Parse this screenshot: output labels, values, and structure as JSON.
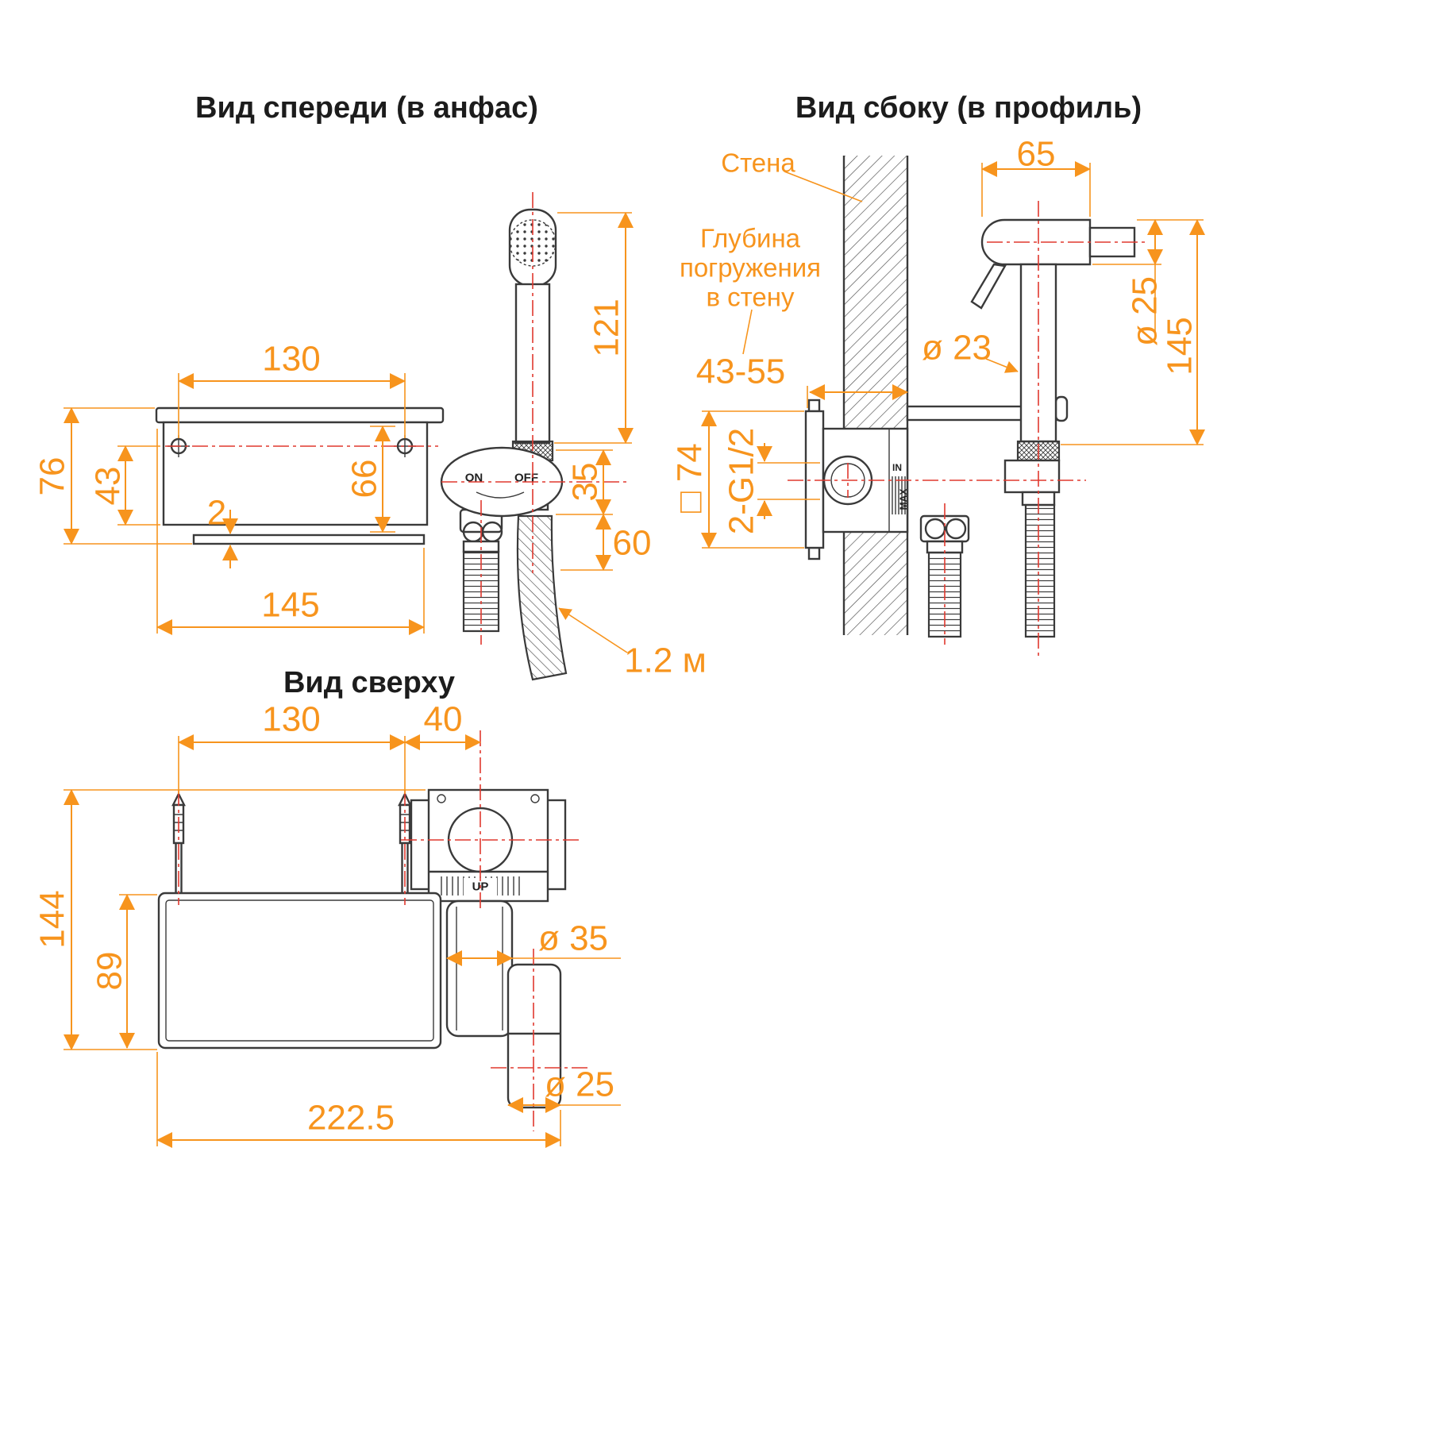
{
  "colors": {
    "accent": "#f7941d",
    "outline": "#3a3a3a",
    "centerline": "#e0392f"
  },
  "front": {
    "title": "Вид спереди (в анфас)",
    "dim_130": "130",
    "dim_121": "121",
    "dim_76": "76",
    "dim_43": "43",
    "dim_66": "66",
    "dim_2": "2",
    "dim_35": "35",
    "dim_60": "60",
    "dim_145": "145",
    "hose_length": "1.2 м",
    "on": "ON",
    "off": "OFF"
  },
  "side": {
    "title": "Вид сбоку (в профиль)",
    "wall_label": "Стена",
    "depth_1": "Глубина",
    "depth_2": "погружения",
    "depth_3": "в стену",
    "dim_depth": "43-55",
    "dim_65": "65",
    "dim_d23": "ø 23",
    "dim_d25": "ø 25",
    "dim_145": "145",
    "dim_sq74": "□ 74",
    "dim_thread": "2-G1/2",
    "in_label": "IN",
    "max_label": "MAX"
  },
  "top": {
    "title": "Вид сверху",
    "dim_130": "130",
    "dim_40": "40",
    "dim_144": "144",
    "dim_89": "89",
    "dim_d35": "ø 35",
    "dim_d25": "ø 25",
    "dim_2225": "222.5",
    "up_label": "UP"
  }
}
